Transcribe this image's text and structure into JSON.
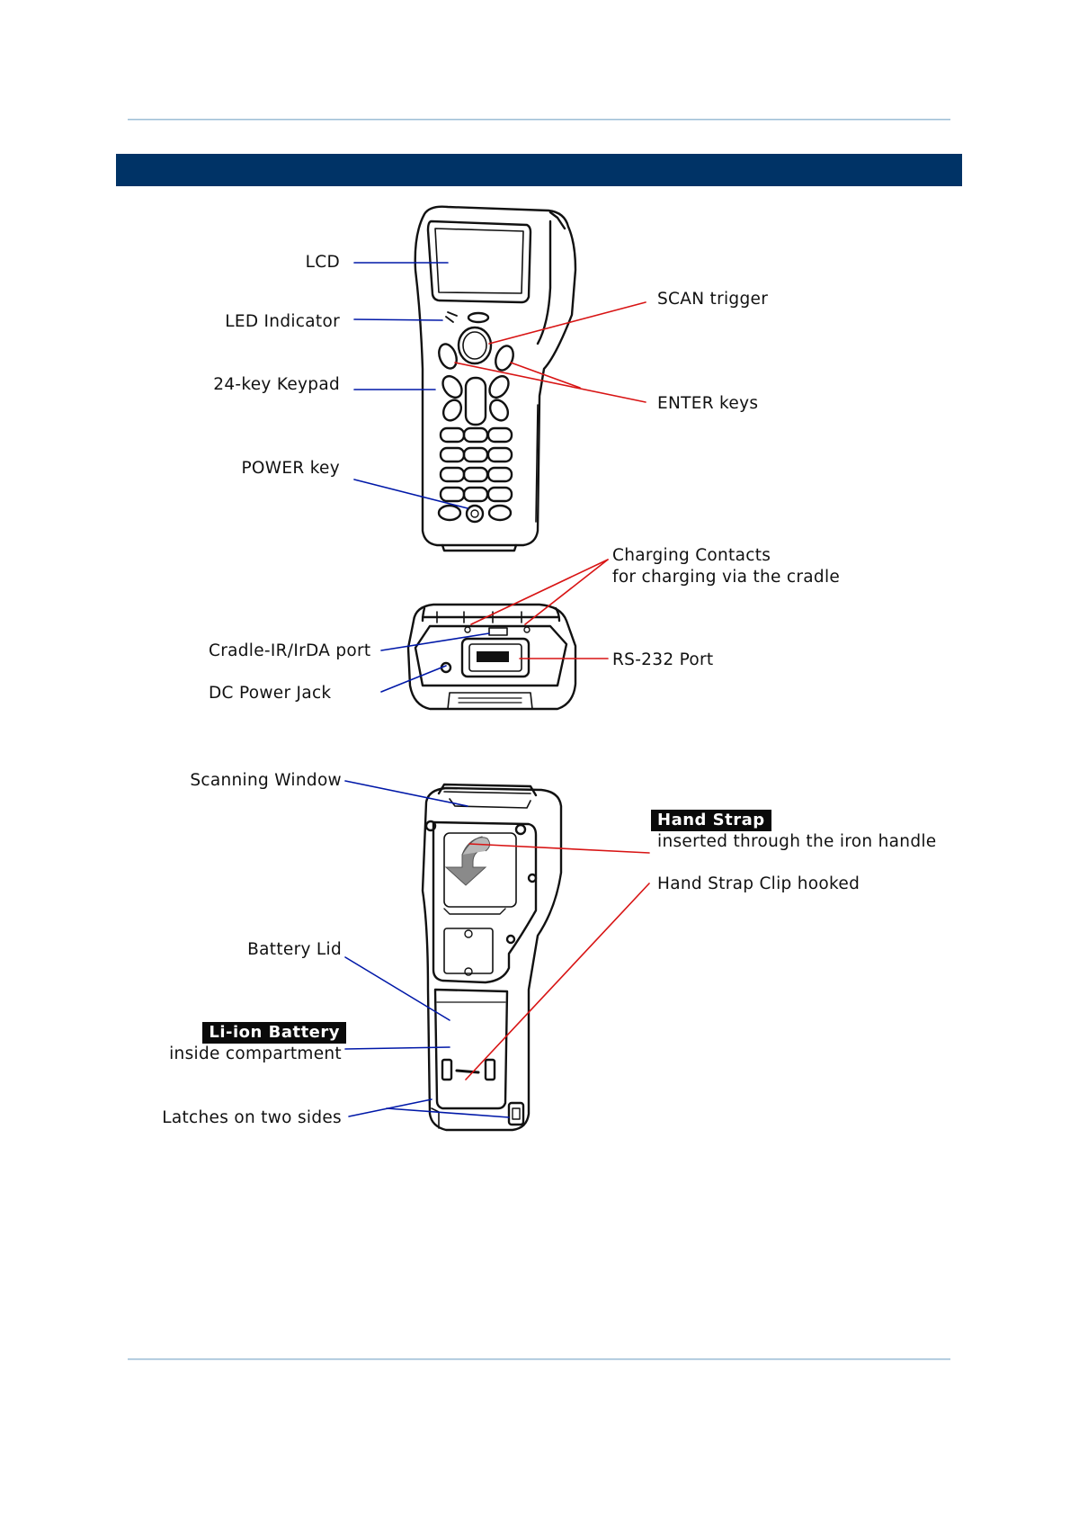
{
  "colors": {
    "header_bar": "#003366",
    "rule": "#9fbfd6",
    "leader_blue": "#0018a8",
    "leader_red": "#d81414",
    "tag_bg": "#0a0a0a"
  },
  "front_view": {
    "labels": {
      "lcd": "LCD",
      "led_indicator": "LED Indicator",
      "keypad": "24-key Keypad",
      "power_key": "POWER key",
      "scan_trigger": "SCAN trigger",
      "enter_keys": "ENTER keys"
    }
  },
  "bottom_view": {
    "labels": {
      "charging_contacts": "Charging Contacts",
      "charging_contacts_sub": "for charging via the cradle",
      "cradle_ir": "Cradle-IR/IrDA port",
      "dc_jack": "DC Power Jack",
      "rs232": "RS-232 Port"
    }
  },
  "back_view": {
    "labels": {
      "scanning_window": "Scanning Window",
      "hand_strap": "Hand Strap",
      "hand_strap_sub": "inserted through the iron handle",
      "hand_strap_clip": "Hand Strap Clip hooked",
      "battery_lid": "Battery Lid",
      "battery": "Li-ion Battery",
      "battery_sub": "inside compartment",
      "latches": "Latches on two sides"
    }
  }
}
